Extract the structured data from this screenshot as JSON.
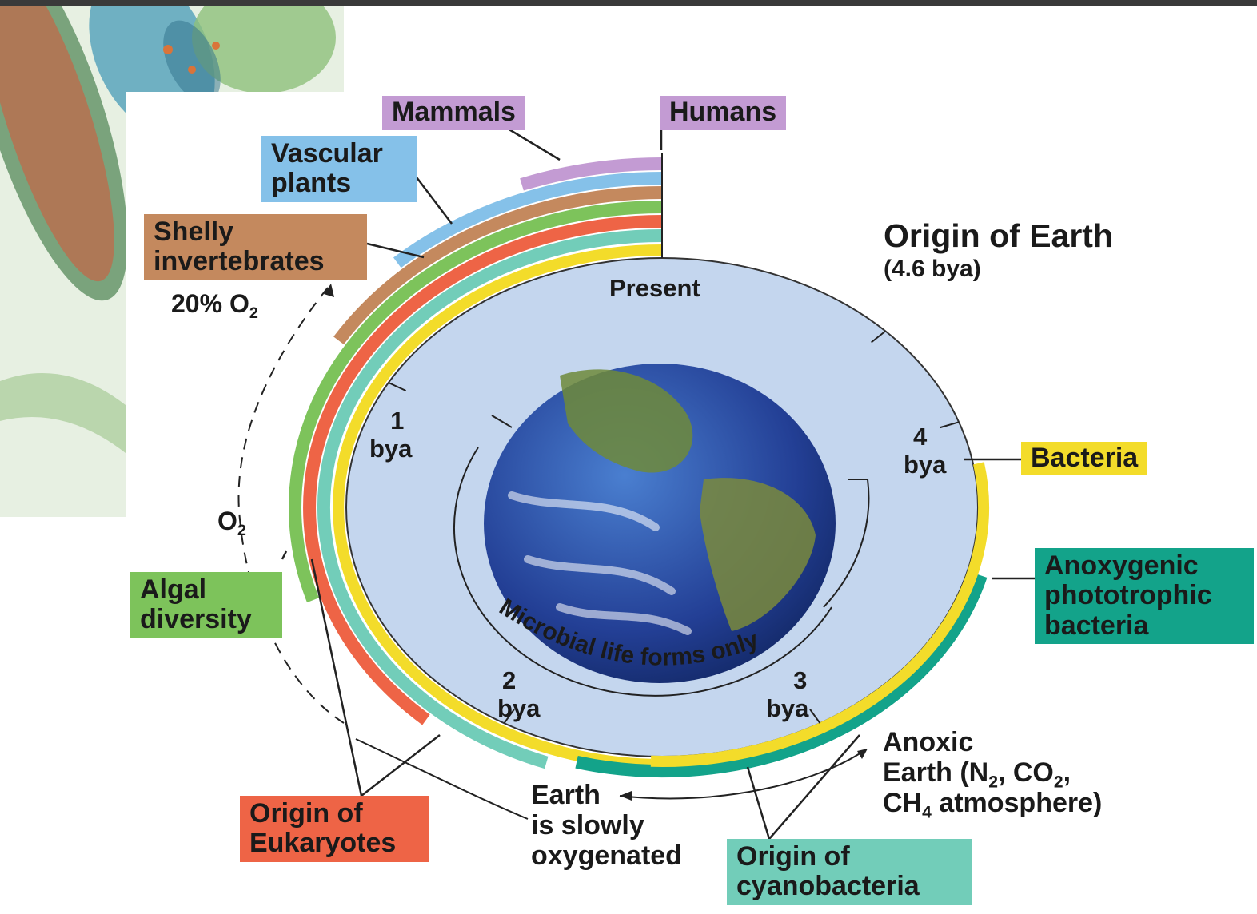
{
  "title": "Origin of Earth",
  "subtitle": "(4.6 bya)",
  "center_label": "Present",
  "microbial_label": "Microbial life forms only",
  "ticks": [
    {
      "value": "1",
      "unit": "bya"
    },
    {
      "value": "2",
      "unit": "bya"
    },
    {
      "value": "3",
      "unit": "bya"
    },
    {
      "value": "4",
      "unit": "bya"
    }
  ],
  "groups": [
    {
      "label_lines": [
        "Mammals"
      ],
      "color": "#c39bd3"
    },
    {
      "label_lines": [
        "Humans"
      ],
      "color": "#c39bd3"
    },
    {
      "label_lines": [
        "Vascular",
        "plants"
      ],
      "color": "#85c1e9"
    },
    {
      "label_lines": [
        "Shelly",
        "invertebrates"
      ],
      "color": "#c4895e"
    },
    {
      "label_lines": [
        "Algal",
        "diversity"
      ],
      "color": "#7dc35b"
    },
    {
      "label_lines": [
        "Origin of",
        "Eukaryotes"
      ],
      "color": "#ee6446"
    },
    {
      "label_lines": [
        "Origin of",
        "cyanobacteria"
      ],
      "color": "#72cdb9"
    },
    {
      "label_lines": [
        "Bacteria"
      ],
      "color": "#f3dc2a"
    },
    {
      "label_lines": [
        "Anoxygenic",
        "phototrophic",
        "bacteria"
      ],
      "color": "#13a38a"
    }
  ],
  "oxygen": {
    "o2_text": "20% O",
    "o2_sub": "2",
    "o2_small": "O",
    "o2_small_sub": "2"
  },
  "anoxic": {
    "line1": "Anoxic",
    "line2_a": "Earth (N",
    "line2_sub1": "2",
    "line2_b": ", CO",
    "line2_sub2": "2",
    "line2_c": ",",
    "line3_a": "CH",
    "line3_sub": "4",
    "line3_b": " atmosphere)"
  },
  "oxygenated_lines": [
    "Earth",
    "is slowly",
    "oxygenated"
  ],
  "colors": {
    "disk": "#c4d6ee",
    "present": "#d42a2a",
    "ocean": "#2a4ea0"
  }
}
